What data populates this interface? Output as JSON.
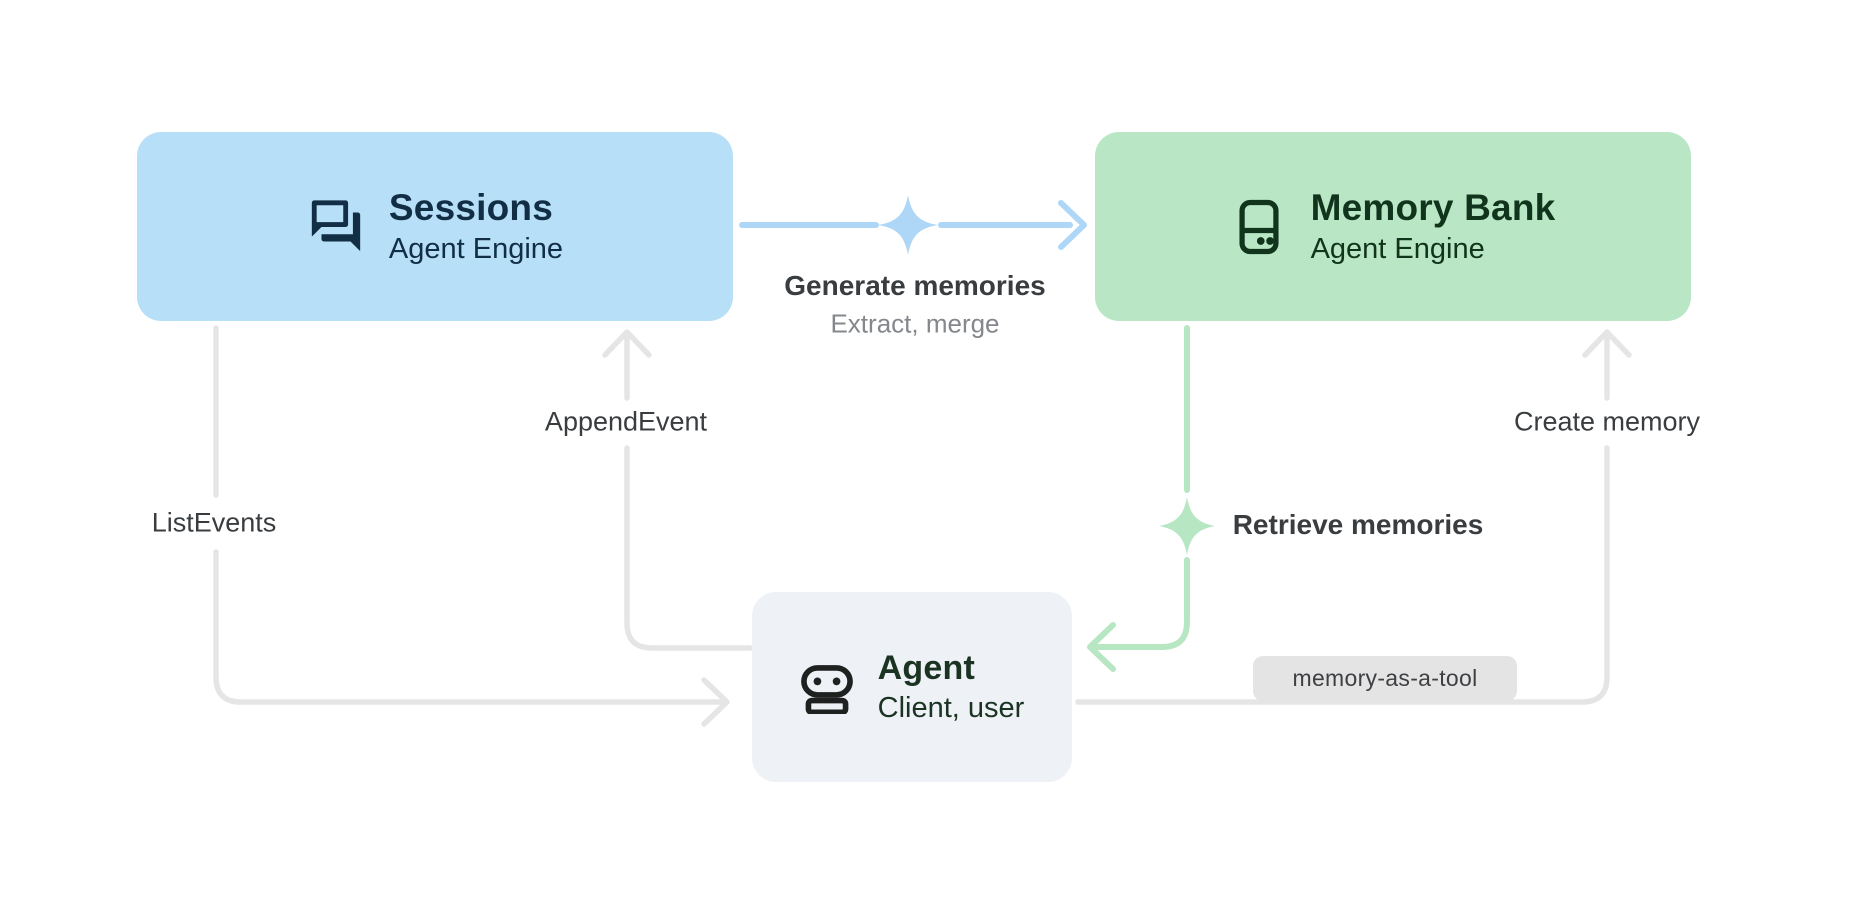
{
  "nodes": {
    "sessions": {
      "title": "Sessions",
      "subtitle": "Agent Engine",
      "icon": "forum-icon"
    },
    "memory_bank": {
      "title": "Memory Bank",
      "subtitle": "Agent Engine",
      "icon": "storage-icon"
    },
    "agent": {
      "title": "Agent",
      "subtitle": "Client, user",
      "icon": "robot-icon"
    }
  },
  "edges": {
    "generate_memories": {
      "label": "Generate memories",
      "sublabel": "Extract, merge",
      "from": "Sessions",
      "to": "Memory Bank",
      "style": "blue-sparkle"
    },
    "append_event": {
      "label": "AppendEvent",
      "from": "Agent",
      "to": "Sessions",
      "style": "gray"
    },
    "list_events": {
      "label": "ListEvents",
      "from": "Sessions",
      "to": "Agent",
      "style": "gray"
    },
    "create_memory": {
      "label": "Create memory",
      "from": "Agent",
      "to": "Memory Bank",
      "style": "gray"
    },
    "retrieve_memories": {
      "label": "Retrieve memories",
      "from": "Memory Bank",
      "to": "Agent",
      "style": "green-sparkle"
    },
    "memory_as_a_tool": {
      "label": "memory-as-a-tool",
      "style": "badge"
    }
  },
  "colors": {
    "sessions_fill": "#b8dff8",
    "sessions_text": "#112e45",
    "memory_fill": "#b9e6c4",
    "memory_text": "#11341c",
    "agent_fill": "#eef1f5",
    "agent_text": "#1a3323",
    "agent_icon": "#1f2120",
    "blue_arrow": "#aed7f7",
    "green_arrow": "#b7e6c3",
    "gray_arrow": "#e5e5e5",
    "label_text": "#3a3d40",
    "sublabel_text": "#84888d",
    "badge_bg": "#e4e4e4",
    "badge_text": "#3e4043",
    "page_bg": "#ffffff"
  }
}
